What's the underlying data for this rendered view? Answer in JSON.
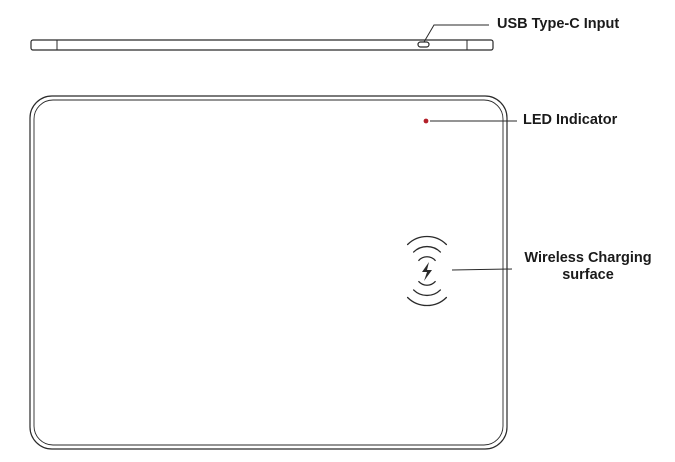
{
  "labels": {
    "usb_input": "USB Type-C Input",
    "led_indicator": "LED Indicator",
    "wireless_charging_line1": "Wireless Charging",
    "wireless_charging_line2": "surface"
  },
  "icons": {
    "charging_symbol": "lightning-bolt",
    "wireless_waves": "radio-waves"
  },
  "colors": {
    "outline": "#2a2a2a",
    "led": "#b3202a",
    "text": "#1a1a1a"
  }
}
